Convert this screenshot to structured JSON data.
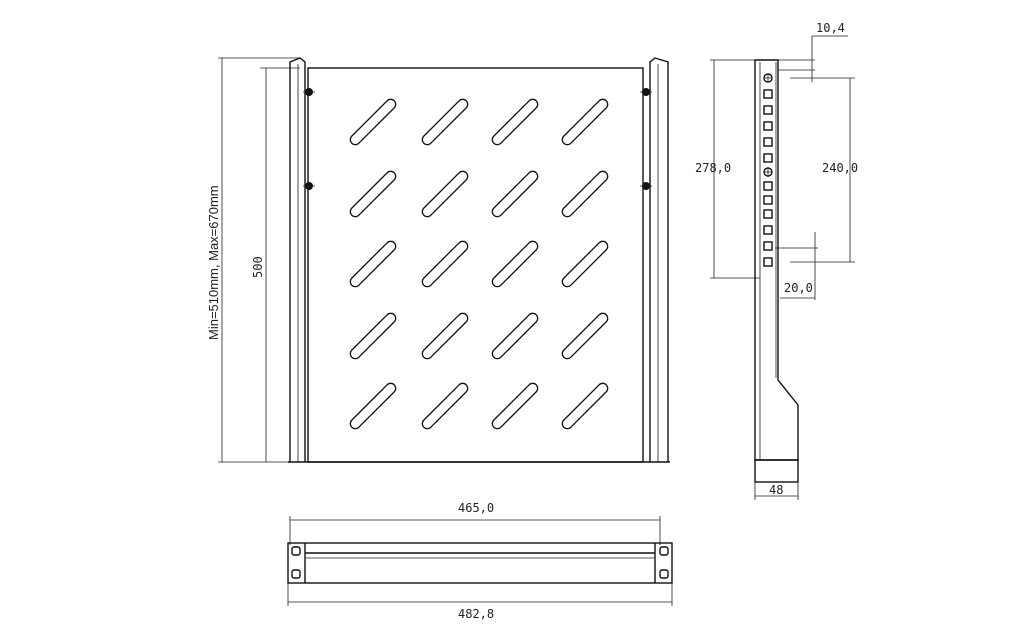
{
  "drawing": {
    "labels": {
      "range": "Min=510mm, Max=670mm",
      "depth": "500",
      "bracket_height": "278,0",
      "hole_spacing": "240,0",
      "top_offset": "10,4",
      "bottom_offset": "20,0",
      "side_width": "48",
      "inner_width": "465,0",
      "outer_width": "482,8"
    },
    "slot_grid": {
      "rows": 5,
      "cols": 4
    },
    "colors": {
      "line": "#111111",
      "background": "#ffffff"
    }
  }
}
